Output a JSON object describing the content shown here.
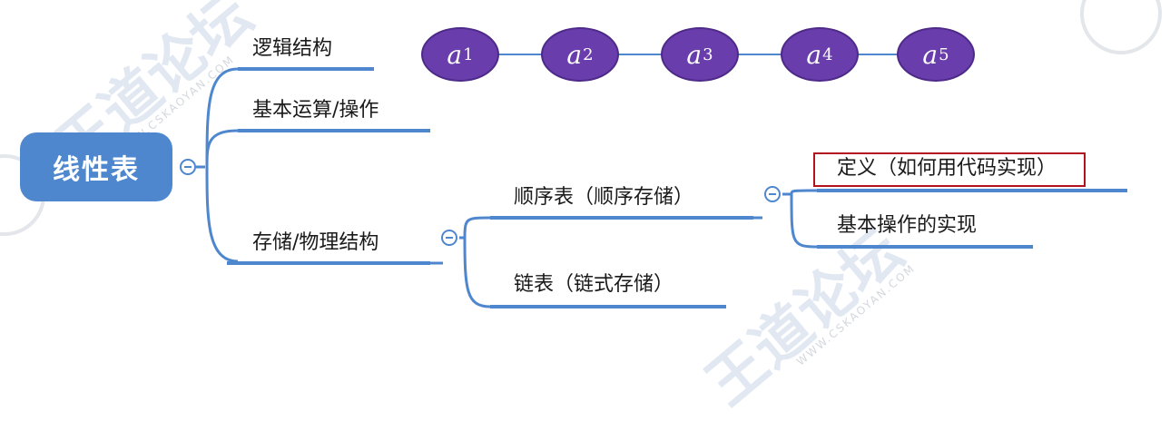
{
  "root": {
    "label": "线性表"
  },
  "branches": {
    "logical": "逻辑结构",
    "basic_ops": "基本运算/操作",
    "storage": "存储/物理结构"
  },
  "storage_children": {
    "sequential": "顺序表（顺序存储）",
    "linked": "链表（链式存储）"
  },
  "sequential_children": {
    "definition": "定义（如何用代码实现）",
    "impl": "基本操作的实现"
  },
  "sequence": [
    {
      "letter": "a",
      "index": "1"
    },
    {
      "letter": "a",
      "index": "2"
    },
    {
      "letter": "a",
      "index": "3"
    },
    {
      "letter": "a",
      "index": "4"
    },
    {
      "letter": "a",
      "index": "5"
    }
  ],
  "watermark": {
    "text": "王道论坛",
    "domain": "WWW.CSKAOYAN.COM"
  },
  "colors": {
    "root_fill": "#4f87cf",
    "line": "#4f87cf",
    "sequence_fill": "#6a3dad",
    "highlight": "#b3121f"
  }
}
